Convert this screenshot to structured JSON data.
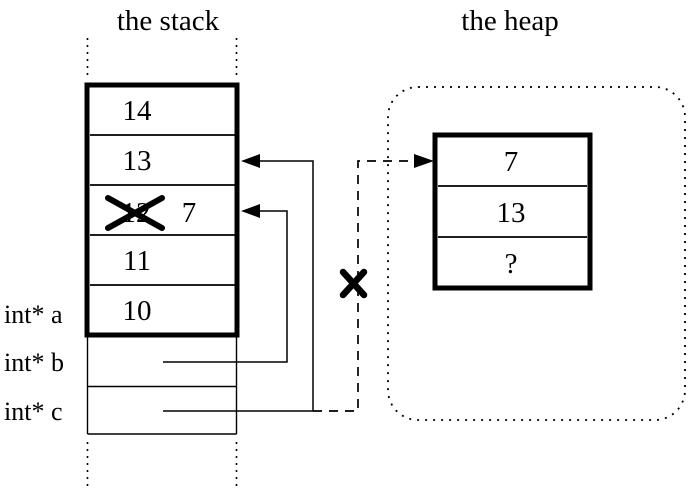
{
  "diagram": {
    "stack": {
      "title": "the stack",
      "rows": [
        {
          "value": "14"
        },
        {
          "value": "13"
        },
        {
          "value": "12",
          "crossed_out": true,
          "new_value": "7"
        },
        {
          "value": "11"
        },
        {
          "value": "10"
        }
      ],
      "pointer_labels": [
        "int* a",
        "int* b",
        "int* c"
      ]
    },
    "heap": {
      "title": "the heap",
      "rows": [
        {
          "value": "7"
        },
        {
          "value": "13"
        },
        {
          "value": "?"
        }
      ]
    },
    "colors": {
      "line": "#000000",
      "background": "#ffffff"
    }
  }
}
